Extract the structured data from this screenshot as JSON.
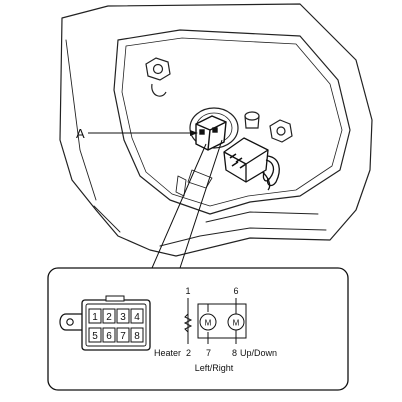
{
  "callout_label": "A",
  "connector_pins": [
    "1",
    "2",
    "3",
    "4",
    "5",
    "6",
    "7",
    "8"
  ],
  "schematic": {
    "pin_top_left": "1",
    "pin_top_right": "6",
    "heater_label": "Heater",
    "pin_bottom_2": "2",
    "pin_bottom_7": "7",
    "pin_bottom_8": "8",
    "updown_label": "Up/Down",
    "leftright_label": "Left/Right",
    "motor_symbol": "M"
  }
}
